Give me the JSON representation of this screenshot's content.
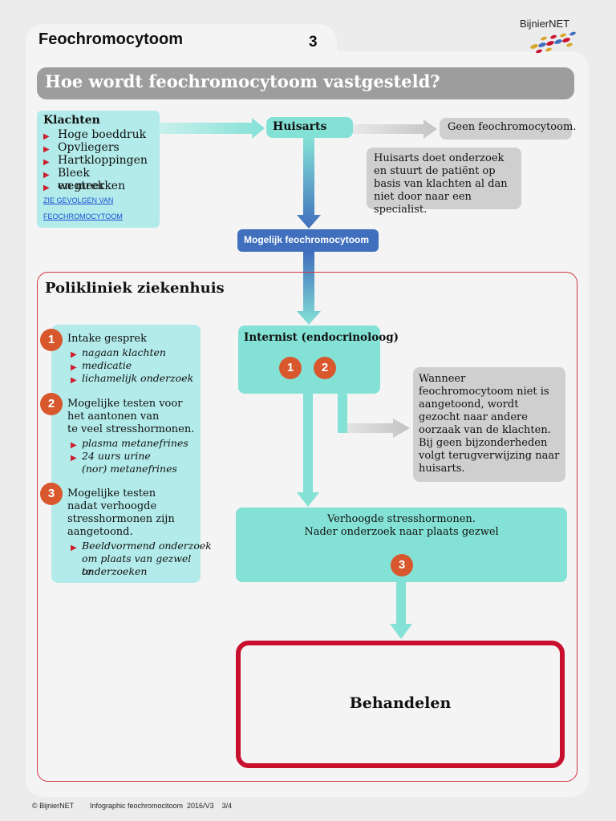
{
  "header": {
    "title": "Feochromocytoom",
    "page_number": "3",
    "logo_text": "BijnierNET"
  },
  "banner": {
    "text": "Hoe wordt feochromocytoom vastgesteld?"
  },
  "klachten": {
    "title": "Klachten",
    "items": [
      "Hoge boeddruk",
      "Opvliegers",
      "Hartkloppingen",
      "Bleek wegtrekken",
      "en meer"
    ],
    "link_line1": "ZIE GEVOLGEN VAN",
    "link_line2": "FEOCHROMOCYTOOM"
  },
  "huisarts": {
    "label": "Huisarts"
  },
  "geen": {
    "text": "Geen feochromocytoom."
  },
  "huisarts_info": {
    "text": "Huisarts doet onderzoek en stuurt de patiënt op basis van klachten al dan niet door naar een specialist."
  },
  "mogelijk": {
    "label": "Mogelijk feochromocytoom"
  },
  "polikliniek": {
    "title": "Polikliniek ziekenhuis"
  },
  "steps": {
    "s1": {
      "num": "1",
      "text": "Intake gesprek",
      "subs": [
        "nagaan klachten",
        "medicatie",
        "lichamelijk onderzoek"
      ]
    },
    "s2": {
      "num": "2",
      "text1": "Mogelijke testen voor",
      "text2": "het aantonen van",
      "text3": "te veel stresshormonen.",
      "subs": [
        "plasma metanefrines",
        "24 uurs urine"
      ],
      "sub_cont": "(nor) metanefrines"
    },
    "s3": {
      "num": "3",
      "text1": "Mogelijke testen",
      "text2": "nadat verhoogde",
      "text3": "stresshormonen zijn",
      "text4": "aangetoond.",
      "sub1": "Beeldvormend onderzoek",
      "sub2": "om plaats van gezwel te",
      "sub3": "onderzoeken"
    }
  },
  "internist": {
    "title": "Internist (endocrinoloog)",
    "badge1": "1",
    "badge2": "2"
  },
  "niet_aangetoond": {
    "text": "Wanneer feochromocytoom niet is aangetoond, wordt gezocht naar andere oorzaak van de klachten. Bij geen bijzonderheden volgt terugverwijzing naar huisarts."
  },
  "verhoogd": {
    "line1": "Verhoogde stresshormonen.",
    "line2": "Nader onderzoek naar plaats gezwel",
    "badge": "3"
  },
  "behandelen": {
    "label": "Behandelen"
  },
  "footer": {
    "text": "© BijnierNET        Infographic feochromocitoom  2016/V3    3/4"
  },
  "colors": {
    "teal": "#84e1d6",
    "light_teal": "#b2ebea",
    "blue": "#3f6fbd",
    "red": "#c8102e",
    "orange": "#d9572c",
    "gray": "#9d9d9d"
  }
}
